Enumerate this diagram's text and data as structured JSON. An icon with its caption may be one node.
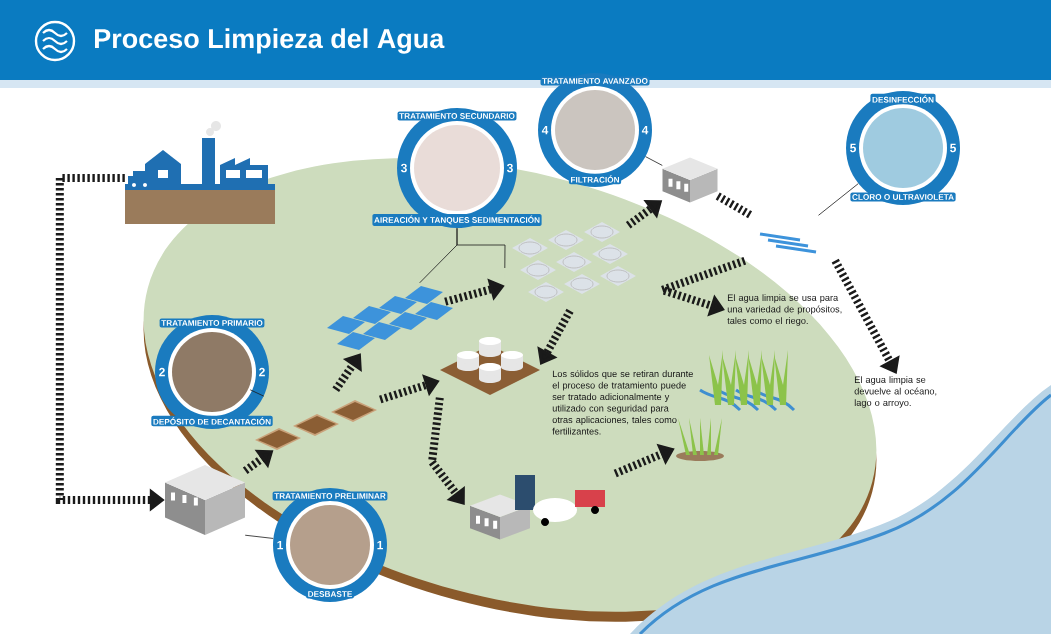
{
  "diagram": {
    "title": "Proceso Limpieza del Agua",
    "nodes": [
      {
        "text": [],
        "shape": "picture"
      },
      {
        "text": [],
        "shape": "picture"
      },
      {
        "text": [
          "TRATAMIENTO PRELIMINAR",
          "1",
          "1",
          "DESBASTE"
        ]
      },
      {
        "text": [],
        "shape": "picture"
      },
      {
        "text": [
          "TRATAMIENTO PRIMARIO",
          "2",
          "2",
          "DEPÓSITO DE DECANTACIÓN"
        ]
      },
      {
        "text": [],
        "shape": "picture"
      },
      {
        "text": [
          "TRATAMIENTO SECUNDARIO",
          "3",
          "3",
          "AIREACIÓN Y TANQUES SEDIMENTACIÓN"
        ]
      },
      {
        "text": [],
        "shape": "picture"
      },
      {
        "text": [
          "TRATAMIENTO AVANZADO",
          "4",
          "4",
          "FILTRACIÓN"
        ]
      },
      {
        "text": [],
        "shape": "picture"
      },
      {
        "text": [],
        "shape": "picture"
      },
      {
        "text": [
          "DESINFECCIÓN",
          "5",
          "5",
          "CLORO O ULTRAVIOLETA"
        ]
      },
      {
        "text": [],
        "shape": "picture"
      },
      {
        "text": [],
        "shape": "picture"
      },
      {
        "text": [
          "El agua limpia se usa para una variedad de propósitos, tales como el riego."
        ]
      },
      {
        "text": [],
        "shape": "picture"
      },
      {
        "text": [
          "El agua limpia se devuelve al océano, lago o arroyo."
        ]
      },
      {
        "text": [],
        "shape": "picture"
      }
    ],
    "edges": [
      {
        "from": 0,
        "to": 1,
        "arrow": "to",
        "style": "dashed"
      },
      {
        "from": 2,
        "to": 1,
        "arrow": "none"
      },
      {
        "from": 1,
        "to": 3,
        "arrow": "to",
        "style": "dashed"
      },
      {
        "from": 4,
        "to": 3,
        "arrow": "none"
      },
      {
        "from": 3,
        "to": 5,
        "arrow": "to",
        "style": "dashed"
      },
      {
        "from": 3,
        "to": 12,
        "arrow": "to",
        "style": "dashed"
      },
      {
        "from": 6,
        "to": 5,
        "arrow": "none"
      },
      {
        "from": 6,
        "to": 7,
        "arrow": "none"
      },
      {
        "from": 5,
        "to": 7,
        "arrow": "to",
        "style": "dashed"
      },
      {
        "from": 8,
        "to": 9,
        "arrow": "none"
      },
      {
        "from": 7,
        "to": 9,
        "arrow": "to",
        "style": "dashed"
      },
      {
        "from": 9,
        "to": 10,
        "arrow": "none",
        "style": "dashed"
      },
      {
        "from": 11,
        "to": 10,
        "arrow": "none"
      },
      {
        "from": 10,
        "to": 16,
        "arrow": "to",
        "style": "dashed"
      },
      {
        "from": 10,
        "to": 14,
        "arrow": "to",
        "style": "dashed"
      },
      {
        "from": 7,
        "to": 12,
        "arrow": "to",
        "style": "dashed"
      },
      {
        "from": 12,
        "to": 13,
        "arrow": "to",
        "style": "dashed"
      },
      {
        "from": 13,
        "to": 17,
        "arrow": "to",
        "style": "dashed"
      }
    ],
    "labels": [
      "Los sólidos que se retiran durante el proceso de tratamiento puede ser tratado adicionalmente y utilizado con seguridad para otras aplicaciones, tales como fertilizantes."
    ]
  }
}
